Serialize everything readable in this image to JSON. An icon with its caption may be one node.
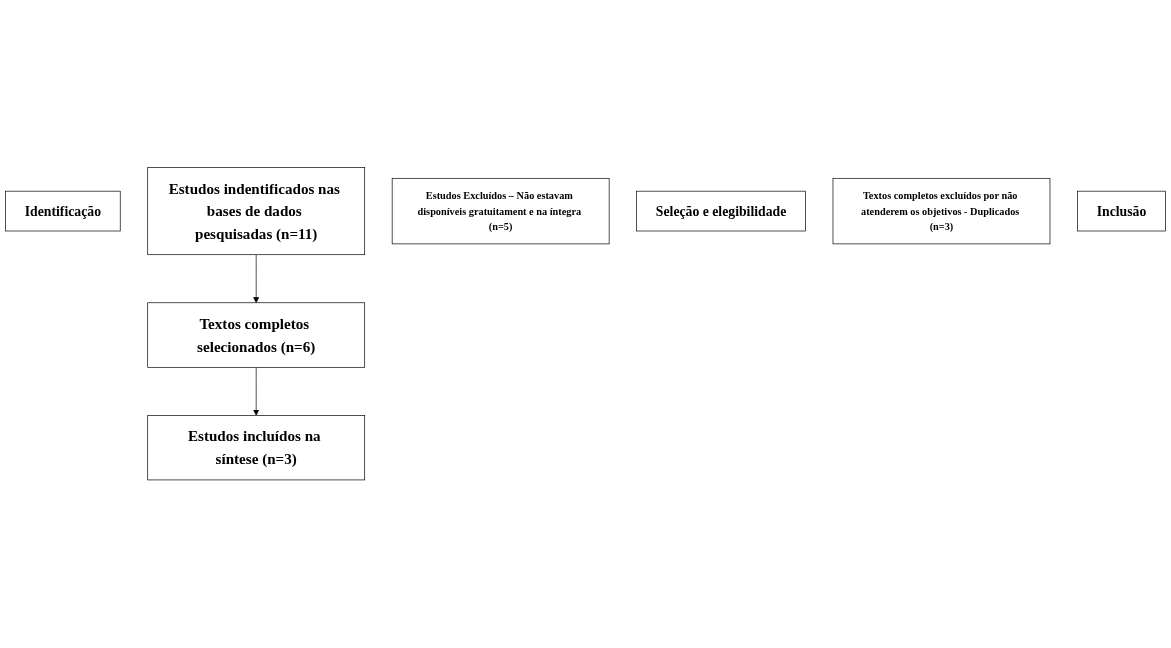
{
  "diagram": {
    "nodes": [
      {
        "text": [
          "Identificação"
        ]
      },
      {
        "text": [
          "Estudos indentificados nas bases de dados pesquisadas (n=11)"
        ]
      },
      {
        "text": [
          "Estudos Excluídos – Não estavam disponíveis gratuitament e na íntegra (n=5)"
        ]
      },
      {
        "text": [
          "Seleção e elegibilidade"
        ]
      },
      {
        "text": [
          "Textos completos selecionados (n=6)"
        ]
      },
      {
        "text": [
          "Textos completos excluídos por não atenderem os objetivos - Duplicados (n=3)"
        ]
      },
      {
        "text": [
          "Inclusão"
        ]
      },
      {
        "text": [
          "Estudos incluídos na síntese (n=3)"
        ]
      }
    ],
    "edges": [
      {
        "from": 1,
        "to": 4,
        "arrow": "to"
      },
      {
        "from": 4,
        "to": 7,
        "arrow": "to"
      }
    ]
  }
}
